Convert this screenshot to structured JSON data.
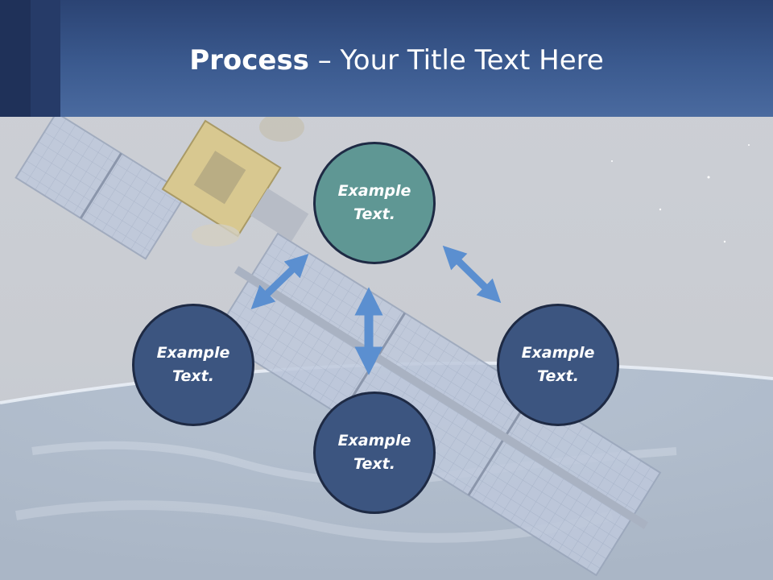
{
  "slide": {
    "title_strong": "Process",
    "title_rest": " – Your Title Text Here"
  },
  "circles": {
    "top": {
      "line1": "Example",
      "line2": "Text."
    },
    "left": {
      "line1": "Example",
      "line2": "Text."
    },
    "right": {
      "line1": "Example",
      "line2": "Text."
    },
    "bottom": {
      "line1": "Example",
      "line2": "Text."
    }
  },
  "colors": {
    "header": "#3b5a8f",
    "circle_accent": "#5f9794",
    "circle_default": "#3c5580",
    "circle_border": "#1e2a44",
    "arrow": "#5b8fd0"
  }
}
